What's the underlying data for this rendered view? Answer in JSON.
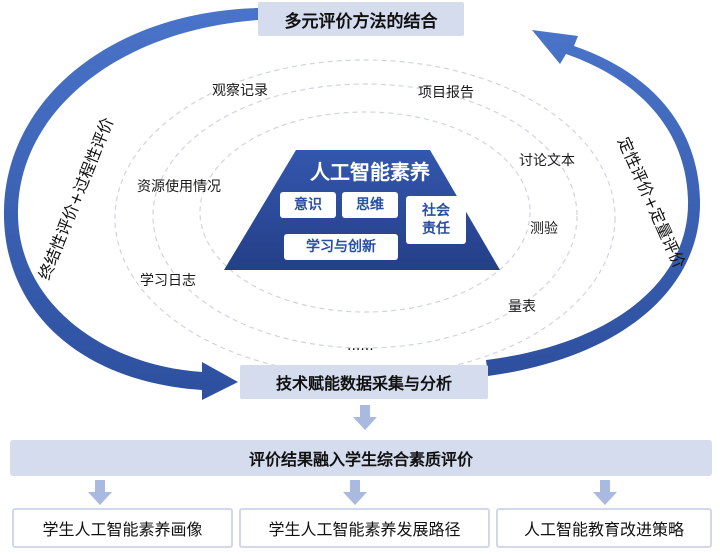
{
  "title": "多元评价方法的结合",
  "left_arc_text": "终结性评价+过程性评价",
  "right_arc_text": "定性评价+定量评价",
  "core": {
    "title": "人工智能素养",
    "chips": [
      "意识",
      "思维",
      "社会",
      "责任",
      "学习与创新"
    ]
  },
  "methods": {
    "observation": "观察记录",
    "project_report": "项目报告",
    "discussion_text": "讨论文本",
    "resource_usage": "资源使用情况",
    "quiz": "测验",
    "learning_log": "学习日志",
    "scale": "量表",
    "more": "......"
  },
  "middle_step": "技术赋能数据采集与分析",
  "integration_step": "评价结果融入学生综合素质评价",
  "outcomes": [
    "学生人工智能素养画像",
    "学生人工智能素养发展路径",
    "人工智能教育改进策略"
  ],
  "colors": {
    "arrow_blue": "#3a5fb0",
    "pyramid_blue": "#2c4a9a",
    "box_fill": "#d5dcee",
    "down_arrow": "#a9b9df"
  }
}
